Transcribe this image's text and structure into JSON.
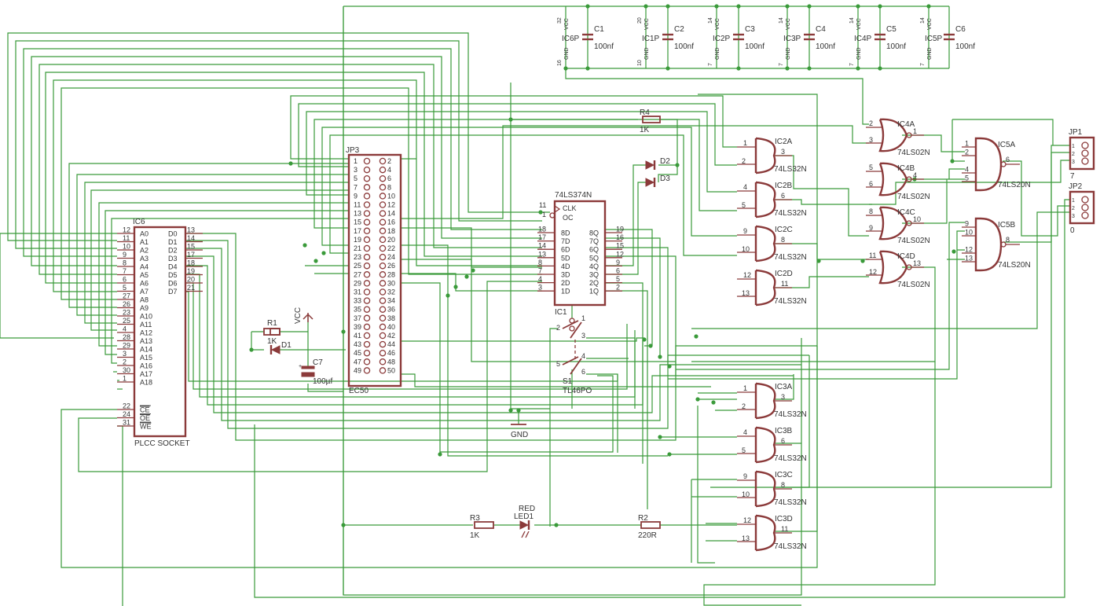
{
  "ic6": {
    "ref": "IC6",
    "value": "PLCC SOCKET",
    "left_pins": [
      {
        "num": "12",
        "name": "A0"
      },
      {
        "num": "11",
        "name": "A1"
      },
      {
        "num": "10",
        "name": "A2"
      },
      {
        "num": "9",
        "name": "A3"
      },
      {
        "num": "8",
        "name": "A4"
      },
      {
        "num": "7",
        "name": "A5"
      },
      {
        "num": "6",
        "name": "A6"
      },
      {
        "num": "5",
        "name": "A7"
      },
      {
        "num": "27",
        "name": "A8"
      },
      {
        "num": "26",
        "name": "A9"
      },
      {
        "num": "23",
        "name": "A10"
      },
      {
        "num": "25",
        "name": "A11"
      },
      {
        "num": "4",
        "name": "A12"
      },
      {
        "num": "28",
        "name": "A13"
      },
      {
        "num": "29",
        "name": "A14"
      },
      {
        "num": "3",
        "name": "A15"
      },
      {
        "num": "2",
        "name": "A16"
      },
      {
        "num": "30",
        "name": "A17"
      },
      {
        "num": "1",
        "name": "A18"
      }
    ],
    "ctrl_pins": [
      {
        "num": "22",
        "name": "CE"
      },
      {
        "num": "24",
        "name": "OE"
      },
      {
        "num": "31",
        "name": "WE"
      }
    ],
    "right_pins": [
      {
        "num": "13",
        "name": "D0"
      },
      {
        "num": "14",
        "name": "D1"
      },
      {
        "num": "15",
        "name": "D2"
      },
      {
        "num": "17",
        "name": "D3"
      },
      {
        "num": "18",
        "name": "D4"
      },
      {
        "num": "19",
        "name": "D5"
      },
      {
        "num": "20",
        "name": "D6"
      },
      {
        "num": "21",
        "name": "D7"
      }
    ]
  },
  "jp3": {
    "ref": "JP3",
    "value": "EC50",
    "odd_pins": [
      "1",
      "3",
      "5",
      "7",
      "9",
      "11",
      "13",
      "15",
      "17",
      "19",
      "21",
      "23",
      "25",
      "27",
      "29",
      "31",
      "33",
      "35",
      "37",
      "39",
      "41",
      "43",
      "45",
      "47",
      "49"
    ],
    "even_pins": [
      "2",
      "4",
      "6",
      "8",
      "10",
      "12",
      "14",
      "16",
      "18",
      "20",
      "22",
      "24",
      "26",
      "28",
      "30",
      "32",
      "34",
      "36",
      "38",
      "40",
      "42",
      "44",
      "46",
      "48",
      "50"
    ]
  },
  "latch": {
    "ref": "IC1",
    "value": "74LS374N",
    "clk_num": "11",
    "clk_name": "CLK",
    "oc_num": "1",
    "oc_name": "OC",
    "inputs": [
      {
        "num": "18",
        "name": "8D"
      },
      {
        "num": "17",
        "name": "7D"
      },
      {
        "num": "14",
        "name": "6D"
      },
      {
        "num": "13",
        "name": "5D"
      },
      {
        "num": "8",
        "name": "4D"
      },
      {
        "num": "7",
        "name": "3D"
      },
      {
        "num": "4",
        "name": "2D"
      },
      {
        "num": "3",
        "name": "1D"
      }
    ],
    "outputs": [
      {
        "num": "19",
        "name": "8Q"
      },
      {
        "num": "16",
        "name": "7Q"
      },
      {
        "num": "15",
        "name": "6Q"
      },
      {
        "num": "12",
        "name": "5Q"
      },
      {
        "num": "9",
        "name": "4Q"
      },
      {
        "num": "6",
        "name": "3Q"
      },
      {
        "num": "5",
        "name": "2Q"
      },
      {
        "num": "2",
        "name": "1Q"
      }
    ]
  },
  "capacitors": [
    {
      "ref": "C1",
      "value": "100nf",
      "pwr": "IC6P",
      "vcc_pin": "32",
      "gnd_pin": "16"
    },
    {
      "ref": "C2",
      "value": "100nf",
      "pwr": "IC1P",
      "vcc_pin": "20",
      "gnd_pin": "10"
    },
    {
      "ref": "C3",
      "value": "100nf",
      "pwr": "IC2P",
      "vcc_pin": "14",
      "gnd_pin": "7"
    },
    {
      "ref": "C4",
      "value": "100nf",
      "pwr": "IC3P",
      "vcc_pin": "14",
      "gnd_pin": "7"
    },
    {
      "ref": "C5",
      "value": "100nf",
      "pwr": "IC4P",
      "vcc_pin": "14",
      "gnd_pin": "7"
    },
    {
      "ref": "C6",
      "value": "100nf",
      "pwr": "IC5P",
      "vcc_pin": "14",
      "gnd_pin": "7"
    }
  ],
  "power_labels": {
    "vcc": "VCC",
    "gnd": "GND"
  },
  "or_gates": [
    {
      "ref": "IC2A",
      "value": "74LS32N",
      "in1": "1",
      "in2": "2",
      "out": "3"
    },
    {
      "ref": "IC2B",
      "value": "74LS32N",
      "in1": "4",
      "in2": "5",
      "out": "6"
    },
    {
      "ref": "IC2C",
      "value": "74LS32N",
      "in1": "9",
      "in2": "10",
      "out": "8"
    },
    {
      "ref": "IC2D",
      "value": "74LS32N",
      "in1": "12",
      "in2": "13",
      "out": "11"
    },
    {
      "ref": "IC3A",
      "value": "74LS32N",
      "in1": "1",
      "in2": "2",
      "out": "3"
    },
    {
      "ref": "IC3B",
      "value": "74LS32N",
      "in1": "4",
      "in2": "5",
      "out": "6"
    },
    {
      "ref": "IC3C",
      "value": "74LS32N",
      "in1": "9",
      "in2": "10",
      "out": "8"
    },
    {
      "ref": "IC3D",
      "value": "74LS32N",
      "in1": "12",
      "in2": "13",
      "out": "11"
    }
  ],
  "nor_gates": [
    {
      "ref": "IC4A",
      "value": "74LS02N",
      "in1": "2",
      "in2": "3",
      "out": "1"
    },
    {
      "ref": "IC4B",
      "value": "74LS02N",
      "in1": "5",
      "in2": "6",
      "out": "4"
    },
    {
      "ref": "IC4C",
      "value": "74LS02N",
      "in1": "8",
      "in2": "9",
      "out": "10"
    },
    {
      "ref": "IC4D",
      "value": "74LS02N",
      "in1": "11",
      "in2": "12",
      "out": "13"
    }
  ],
  "nand_gates": [
    {
      "ref": "IC5A",
      "value": "74LS20N",
      "pins": [
        "1",
        "2",
        "4",
        "5"
      ],
      "out": "6"
    },
    {
      "ref": "IC5B",
      "value": "74LS20N",
      "pins": [
        "9",
        "10",
        "12",
        "13"
      ],
      "out": "8"
    }
  ],
  "resistors": [
    {
      "ref": "R1",
      "value": "1K"
    },
    {
      "ref": "R2",
      "value": "220R"
    },
    {
      "ref": "R3",
      "value": "1K"
    },
    {
      "ref": "R4",
      "value": "1K"
    }
  ],
  "diodes": [
    {
      "ref": "D1"
    },
    {
      "ref": "D2"
    },
    {
      "ref": "D3"
    }
  ],
  "led": {
    "ref": "LED1",
    "value": "RED"
  },
  "c7": {
    "ref": "C7",
    "value": "100µf"
  },
  "switch": {
    "ref": "S1",
    "value": "TL46PO",
    "pins": [
      "1",
      "2",
      "3",
      "4",
      "5",
      "6"
    ]
  },
  "jumpers": [
    {
      "ref": "JP1",
      "label": "7",
      "pins": [
        "1",
        "2",
        "3"
      ]
    },
    {
      "ref": "JP2",
      "label": "0",
      "pins": [
        "1",
        "2",
        "3"
      ]
    }
  ],
  "colors": {
    "wire": "#3a9a3a",
    "component": "#8b3a3a",
    "text": "#333333",
    "background": "#ffffff"
  }
}
